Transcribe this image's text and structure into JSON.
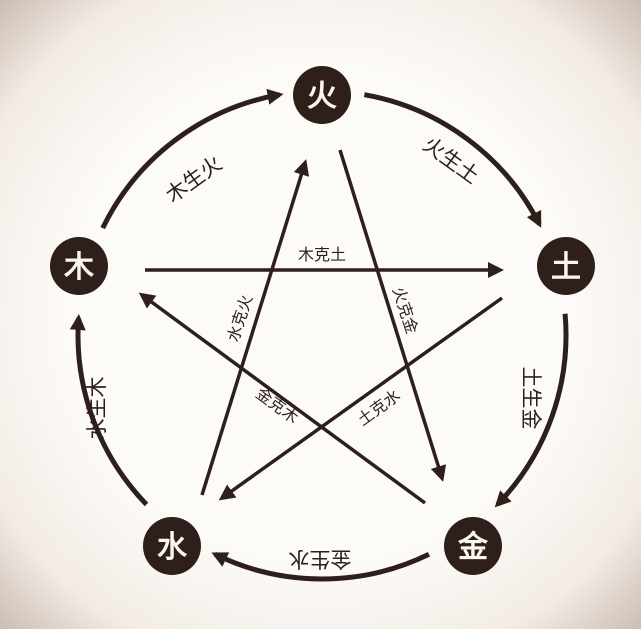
{
  "elements": {
    "fire": "火",
    "earth": "土",
    "metal": "金",
    "water": "水",
    "wood": "木"
  },
  "generating": {
    "fire_earth": "火生土",
    "earth_metal": "土生金",
    "metal_water": "金生水",
    "water_wood": "水生木",
    "wood_fire": "木生火"
  },
  "overcoming": {
    "wood_earth": "木克土",
    "fire_metal": "火克金",
    "earth_water": "土克水",
    "metal_wood": "金克木",
    "water_fire": "水克火"
  },
  "colors": {
    "ink": "#2e1f1b",
    "background": "#fdfbf8"
  }
}
